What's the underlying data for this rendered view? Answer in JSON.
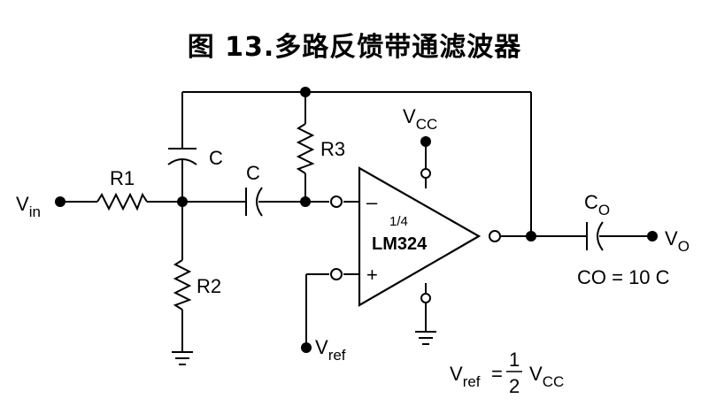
{
  "title": "图 13.多路反馈带通滤波器",
  "components": {
    "r1": "R1",
    "r2": "R2",
    "r3": "R3",
    "c_top": "C",
    "c_series": "C",
    "co": "C",
    "co_sub": "O"
  },
  "opamp": {
    "fraction": "1/4",
    "name": "LM324",
    "minus": "–",
    "plus": "+"
  },
  "nodes": {
    "vin": "V",
    "vin_sub": "in",
    "vcc": "V",
    "vcc_sub": "CC",
    "vref": "V",
    "vref_sub": "ref",
    "vo": "V",
    "vo_sub": "O"
  },
  "notes": {
    "co_eq": "CO = 10 C",
    "vref_eq_v": "V",
    "vref_eq_sub": "ref",
    "vref_eq_sign": "=",
    "vref_eq_num": "1",
    "vref_eq_den": "2",
    "vref_eq_vcc": "V",
    "vref_eq_vcc_sub": "CC"
  }
}
